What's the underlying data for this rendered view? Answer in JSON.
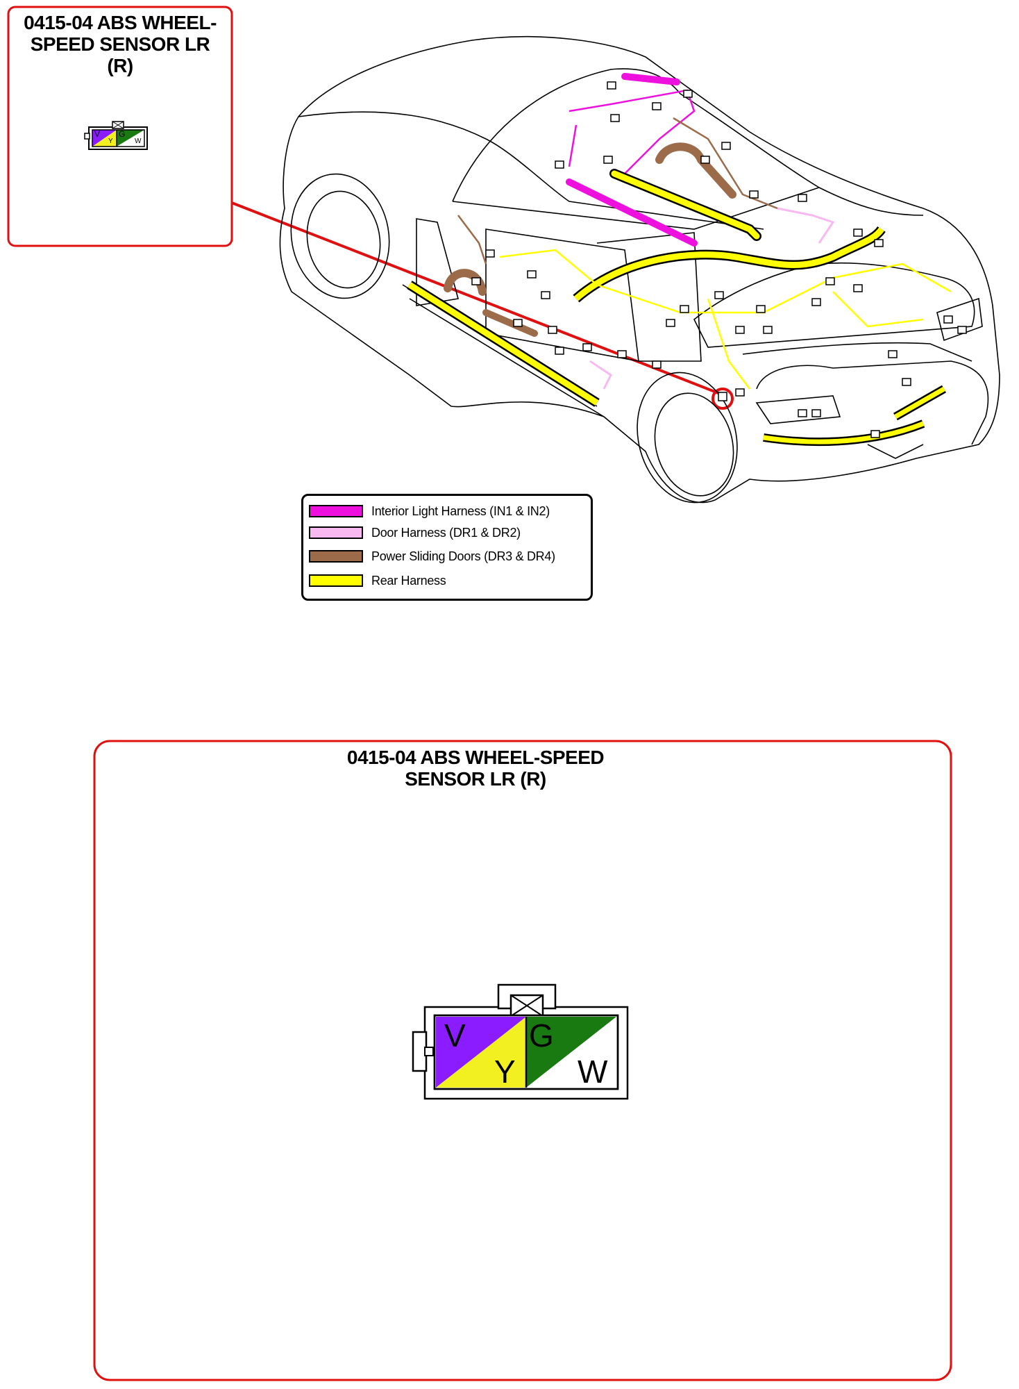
{
  "callout": {
    "title_lines": [
      "0415-04 ABS WHEEL-",
      "SPEED SENSOR LR",
      "(R)"
    ]
  },
  "detail": {
    "title_lines": [
      "0415-04 ABS WHEEL-SPEED",
      "SENSOR LR (R)"
    ]
  },
  "connector": {
    "pins": [
      {
        "label": "V",
        "color": "#8b1cff"
      },
      {
        "label": "Y",
        "color": "#f2f021"
      },
      {
        "label": "G",
        "color": "#1a7a12"
      },
      {
        "label": "W",
        "color": "#ffffff"
      }
    ]
  },
  "legend": {
    "items": [
      {
        "label": "Interior Light Harness (IN1 & IN2)",
        "color": "#ee11dd"
      },
      {
        "label": "Door Harness (DR1 & DR2)",
        "color": "#f8b8f0"
      },
      {
        "label": "Power Sliding Doors (DR3 & DR4)",
        "color": "#9b6b4a"
      },
      {
        "label": "Rear Harness",
        "color": "#ffff00"
      }
    ]
  },
  "colors": {
    "callout_border": "#e01010",
    "interior_light": "#ee11dd",
    "door": "#f8b8f0",
    "power_sliding": "#9b6b4a",
    "rear": "#ffff00"
  }
}
